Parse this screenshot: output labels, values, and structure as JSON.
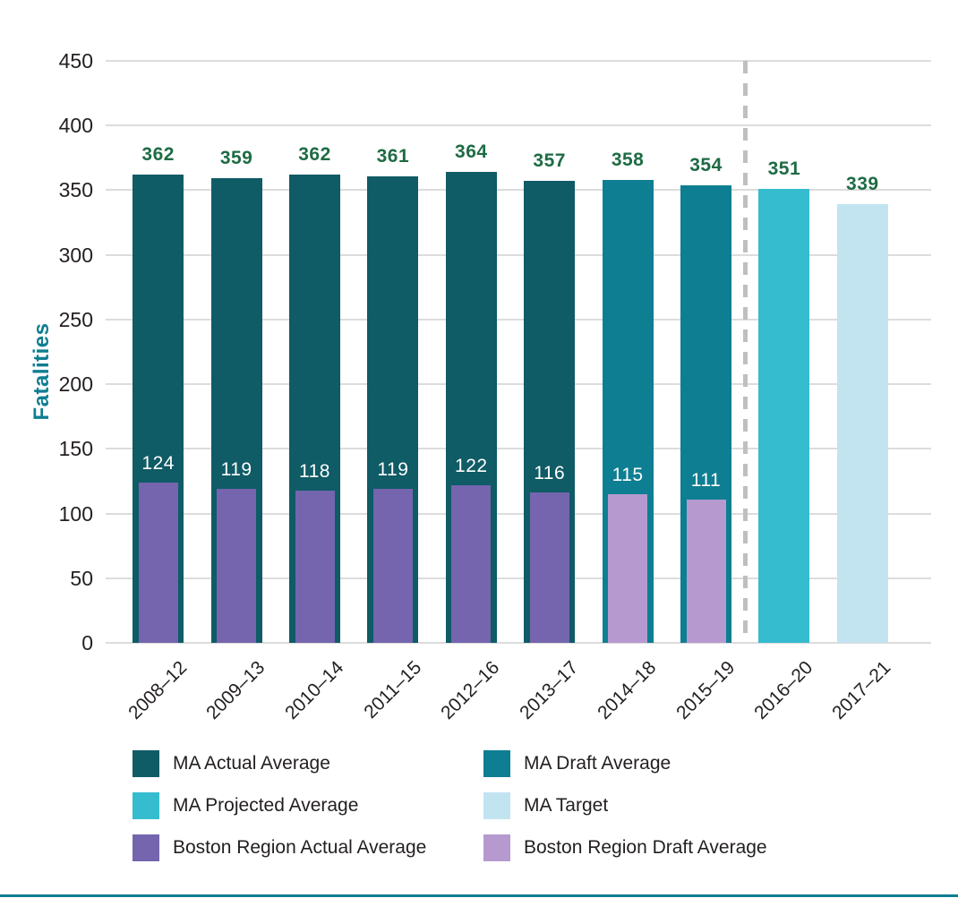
{
  "chart_data": {
    "type": "bar",
    "title": "",
    "ylabel": "Fatalities",
    "xlabel": "",
    "ylim": [
      0,
      450
    ],
    "ytick_step": 50,
    "grid": true,
    "legend_position": "bottom",
    "categories": [
      "2008–12",
      "2009–13",
      "2010–14",
      "2011–15",
      "2012–16",
      "2013–17",
      "2014–18",
      "2015–19",
      "2016–20",
      "2017–21"
    ],
    "series": [
      {
        "name": "MA",
        "values": [
          362,
          359,
          362,
          361,
          364,
          357,
          358,
          354,
          351,
          339
        ],
        "color_keys": [
          "ma_actual",
          "ma_actual",
          "ma_actual",
          "ma_actual",
          "ma_actual",
          "ma_actual",
          "ma_draft",
          "ma_draft",
          "ma_projected",
          "ma_target"
        ]
      },
      {
        "name": "Boston Region",
        "values": [
          124,
          119,
          118,
          119,
          122,
          116,
          115,
          111,
          null,
          null
        ],
        "color_keys": [
          "boston_actual",
          "boston_actual",
          "boston_actual",
          "boston_actual",
          "boston_actual",
          "boston_actual",
          "boston_draft",
          "boston_draft",
          null,
          null
        ]
      }
    ],
    "divider_after_category": "2015–19",
    "colors": {
      "ma_actual": "#0F5B66",
      "ma_draft": "#0E7E92",
      "ma_projected": "#35BCCF",
      "ma_target": "#C2E4F1",
      "boston_actual": "#7465AE",
      "boston_draft": "#B69ACF",
      "value_label_green": "#1E6B44",
      "value_label_white": "#FFFFFF",
      "grid": "#DCDCDC",
      "divider": "#BFBFBF",
      "axis_text": "#231F20",
      "ylabel_color": "#0E7E92",
      "footer_rule": "#0E7E92"
    },
    "legend": [
      {
        "label": "MA Actual Average",
        "color_key": "ma_actual"
      },
      {
        "label": "MA Draft Average",
        "color_key": "ma_draft"
      },
      {
        "label": "MA Projected Average",
        "color_key": "ma_projected"
      },
      {
        "label": "MA Target",
        "color_key": "ma_target"
      },
      {
        "label": "Boston Region Actual Average",
        "color_key": "boston_actual"
      },
      {
        "label": "Boston Region Draft Average",
        "color_key": "boston_draft"
      }
    ]
  }
}
